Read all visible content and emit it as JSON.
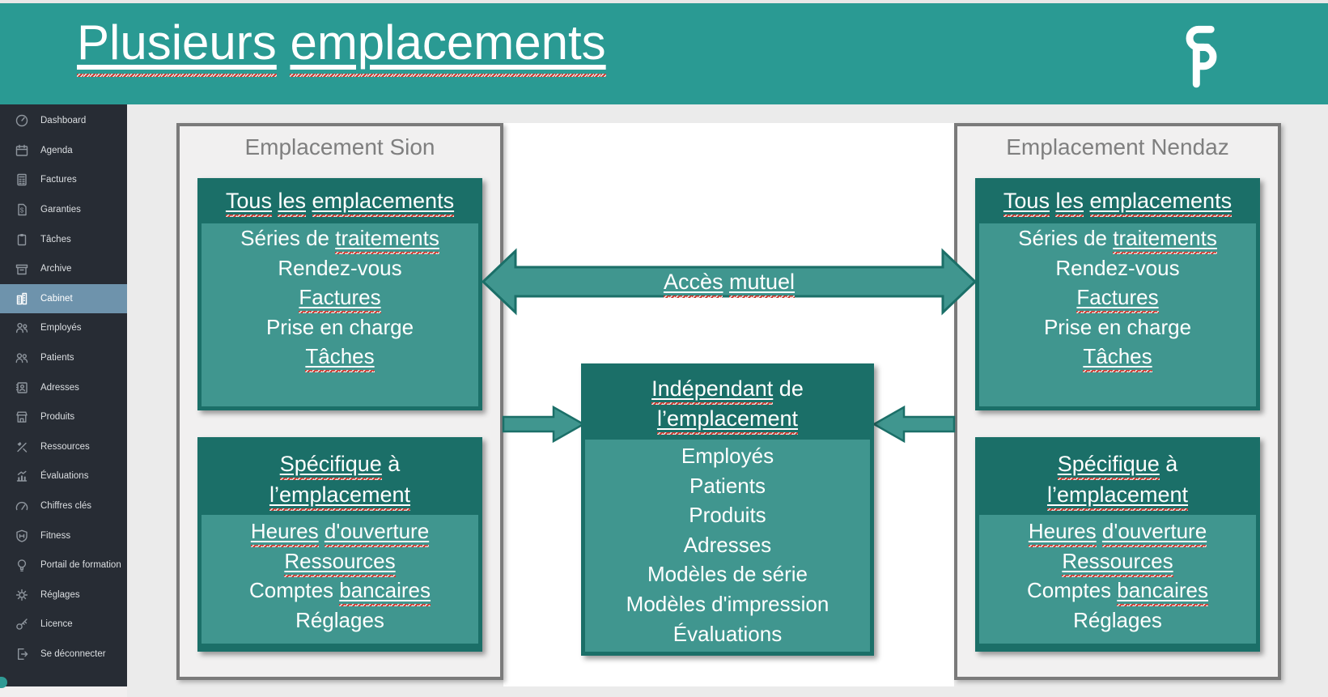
{
  "header": {
    "title_segments": [
      {
        "t": "Plusieurs",
        "u": true
      },
      {
        "t": " "
      },
      {
        "t": "emplacements",
        "u": true
      }
    ],
    "logo": "sp-logo"
  },
  "sidebar": {
    "items": [
      {
        "label": "Dashboard",
        "icon": "dashboard",
        "active": false
      },
      {
        "label": "Agenda",
        "icon": "agenda",
        "active": false
      },
      {
        "label": "Factures",
        "icon": "factures",
        "active": false
      },
      {
        "label": "Garanties",
        "icon": "garanties",
        "active": false
      },
      {
        "label": "Tâches",
        "icon": "taches",
        "active": false
      },
      {
        "label": "Archive",
        "icon": "archive",
        "active": false
      },
      {
        "label": "Cabinet",
        "icon": "cabinet",
        "active": true
      },
      {
        "label": "Employés",
        "icon": "employes",
        "active": false
      },
      {
        "label": "Patients",
        "icon": "patients",
        "active": false
      },
      {
        "label": "Adresses",
        "icon": "adresses",
        "active": false
      },
      {
        "label": "Produits",
        "icon": "produits",
        "active": false
      },
      {
        "label": "Ressources",
        "icon": "ressources",
        "active": false
      },
      {
        "label": "Évaluations",
        "icon": "evaluations",
        "active": false
      },
      {
        "label": "Chiffres clés",
        "icon": "chiffres-cles",
        "active": false
      },
      {
        "label": "Fitness",
        "icon": "fitness",
        "active": false
      },
      {
        "label": "Portail de formation",
        "icon": "portail-de-formation",
        "active": false
      },
      {
        "label": "Réglages",
        "icon": "reglages",
        "active": false
      },
      {
        "label": "Licence",
        "icon": "licence",
        "active": false
      },
      {
        "label": "Se déconnecter",
        "icon": "se-deconnecter",
        "active": false
      }
    ]
  },
  "diagram": {
    "mutual_arrow_label": [
      {
        "t": "Accès",
        "u": true
      },
      {
        "t": " "
      },
      {
        "t": "mutuel",
        "u": true
      }
    ],
    "panels": [
      {
        "title": "Emplacement Sion",
        "boxes": [
          {
            "header_lines": [
              [
                {
                  "t": "Tous",
                  "u": true
                },
                {
                  "t": " "
                },
                {
                  "t": "les",
                  "u": true
                },
                {
                  "t": " "
                },
                {
                  "t": "emplacements",
                  "u": true
                }
              ]
            ],
            "items": [
              [
                {
                  "t": "Séries de "
                },
                {
                  "t": "traitements",
                  "u": true
                }
              ],
              [
                {
                  "t": "Rendez-vous"
                }
              ],
              [
                {
                  "t": "Factures",
                  "u": true
                }
              ],
              [
                {
                  "t": "Prise en charge"
                }
              ],
              [
                {
                  "t": "Tâches",
                  "u": true
                }
              ]
            ]
          },
          {
            "header_lines": [
              [
                {
                  "t": "Spécifique",
                  "u": true
                },
                {
                  "t": " à"
                }
              ],
              [
                {
                  "t": "l’emplacement",
                  "u": true
                }
              ]
            ],
            "items": [
              [
                {
                  "t": "Heures",
                  "u": true
                },
                {
                  "t": " "
                },
                {
                  "t": "d'ouverture",
                  "u": true
                }
              ],
              [
                {
                  "t": "Ressources",
                  "u": true
                }
              ],
              [
                {
                  "t": "Comptes "
                },
                {
                  "t": "bancaires",
                  "u": true
                }
              ],
              [
                {
                  "t": "Réglages"
                }
              ]
            ]
          }
        ]
      },
      {
        "title": "Emplacement Nendaz",
        "boxes": [
          {
            "header_lines": [
              [
                {
                  "t": "Tous",
                  "u": true
                },
                {
                  "t": " "
                },
                {
                  "t": "les",
                  "u": true
                },
                {
                  "t": " "
                },
                {
                  "t": "emplacements",
                  "u": true
                }
              ]
            ],
            "items": [
              [
                {
                  "t": "Séries de "
                },
                {
                  "t": "traitements",
                  "u": true
                }
              ],
              [
                {
                  "t": "Rendez-vous"
                }
              ],
              [
                {
                  "t": "Factures",
                  "u": true
                }
              ],
              [
                {
                  "t": "Prise en charge"
                }
              ],
              [
                {
                  "t": "Tâches",
                  "u": true
                }
              ]
            ]
          },
          {
            "header_lines": [
              [
                {
                  "t": "Spécifique",
                  "u": true
                },
                {
                  "t": " à"
                }
              ],
              [
                {
                  "t": "l’emplacement",
                  "u": true
                }
              ]
            ],
            "items": [
              [
                {
                  "t": "Heures",
                  "u": true
                },
                {
                  "t": " "
                },
                {
                  "t": "d'ouverture",
                  "u": true
                }
              ],
              [
                {
                  "t": "Ressources",
                  "u": true
                }
              ],
              [
                {
                  "t": "Comptes "
                },
                {
                  "t": "bancaires",
                  "u": true
                }
              ],
              [
                {
                  "t": "Réglages"
                }
              ]
            ]
          }
        ]
      }
    ],
    "center_box": {
      "header_lines": [
        [
          {
            "t": "Indépendant",
            "u": true
          },
          {
            "t": " de"
          }
        ],
        [
          {
            "t": "l’emplacement",
            "u": true
          }
        ]
      ],
      "items": [
        [
          {
            "t": "Employés"
          }
        ],
        [
          {
            "t": "Patients"
          }
        ],
        [
          {
            "t": "Produits"
          }
        ],
        [
          {
            "t": "Adresses"
          }
        ],
        [
          {
            "t": "Modèles de série"
          }
        ],
        [
          {
            "t": "Modèles d'impression"
          }
        ],
        [
          {
            "t": "Évaluations"
          }
        ]
      ]
    },
    "colors": {
      "banner_teal": "#2a9a93",
      "box_header_teal": "#1b6f68",
      "box_body_teal": "#40968f",
      "sidebar_bg": "#272c34",
      "sidebar_selected": "#6e93ac",
      "panel_border_gray": "#7a7a7a",
      "panel_title_gray": "#7f7f7f",
      "squiggle_red": "#cf3a30"
    }
  }
}
